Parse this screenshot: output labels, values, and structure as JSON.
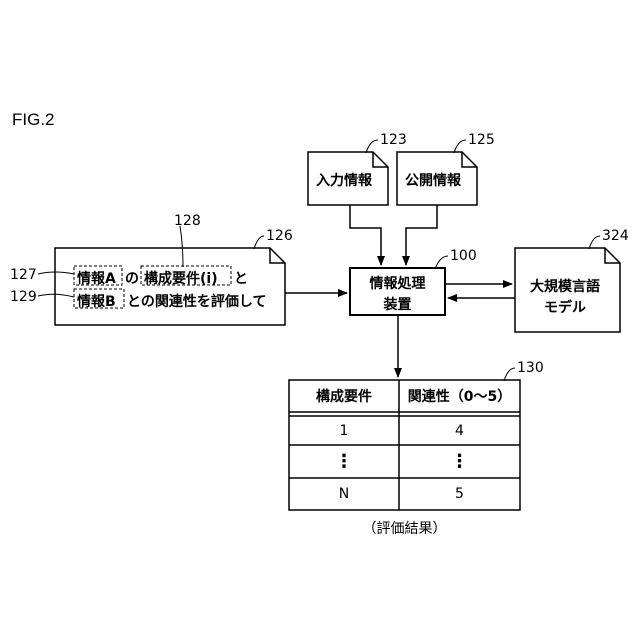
{
  "figure_label": "FIG.2",
  "ref_numbers": {
    "doc_in": "123",
    "doc_pub": "125",
    "prompt": "126",
    "infoA": "127",
    "req": "128",
    "infoB": "129",
    "processor": "100",
    "llm": "324",
    "result": "130"
  },
  "documents": {
    "input_info": "入力情報",
    "public_info": "公開情報"
  },
  "prompt": {
    "line1": {
      "info_a": "情報A",
      "no": "の",
      "requirement": "構成要件(i)",
      "to": "と"
    },
    "line2": {
      "info_b": "情報B",
      "rest": "との関連性を評価して"
    }
  },
  "processor": {
    "line1": "情報処理",
    "line2": "装置"
  },
  "llm": {
    "line1": "大規模言語",
    "line2": "モデル"
  },
  "result_table": {
    "headers": [
      "構成要件",
      "関連性（0〜5）"
    ],
    "rows": [
      [
        "1",
        "4"
      ],
      [
        "⋮",
        "⋮"
      ],
      [
        "N",
        "5"
      ]
    ],
    "caption": "（評価結果）"
  }
}
